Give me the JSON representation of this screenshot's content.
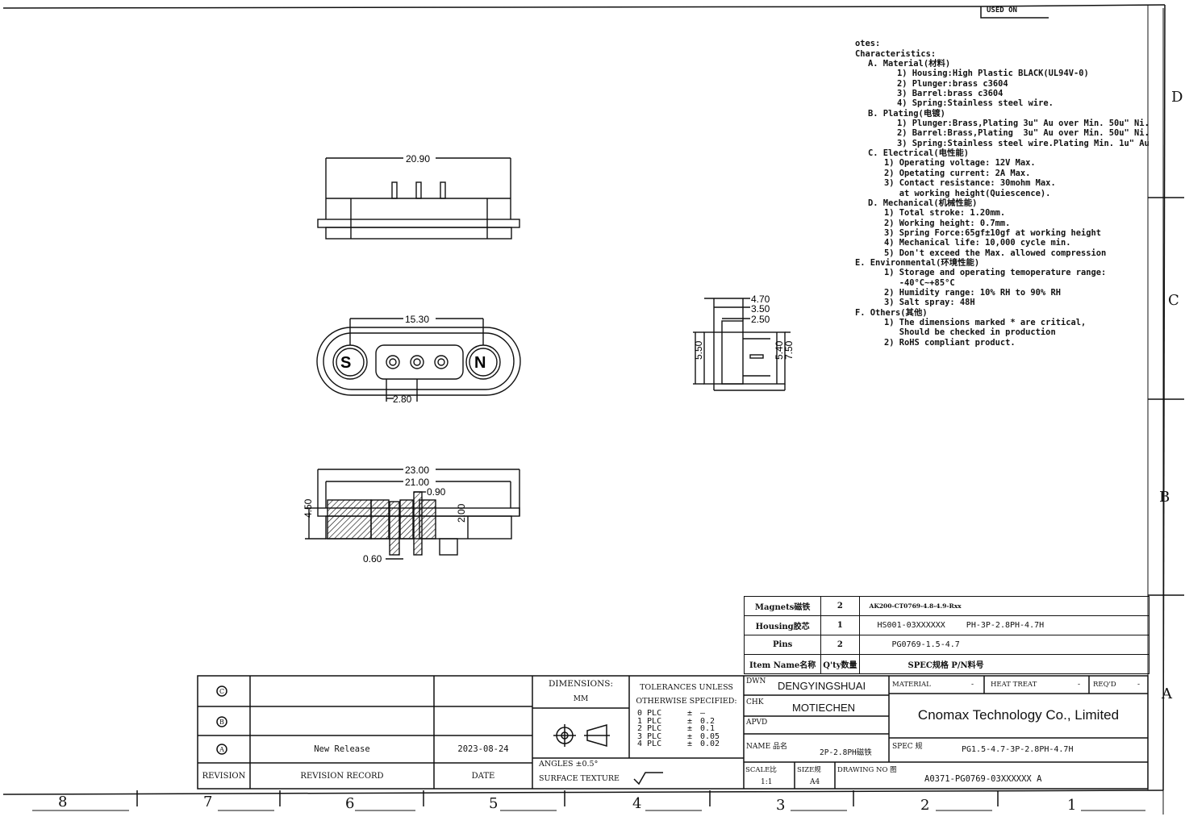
{
  "used_on": "USED ON",
  "notes": {
    "title": "otes:",
    "characteristics": "Characteristics:",
    "sections": [
      {
        "heading": "A. Material(材料)",
        "items": [
          "1) Housing:High Plastic BLACK(UL94V-0)",
          "2) Plunger:brass c3604",
          "3) Barrel:brass c3604",
          "4) Spring:Stainless steel wire."
        ]
      },
      {
        "heading": "B. Plating(电镀)",
        "items": [
          "1) Plunger:Brass,Plating 3u\" Au over Min. 50u\" Ni.",
          "2) Barrel:Brass,Plating  3u\" Au over Min. 50u\" Ni.",
          "3) Spring:Stainless steel wire.Plating Min. 1u\" Au"
        ]
      },
      {
        "heading": "C. Electrical(电性能)",
        "items": [
          "1) Operating voltage: 12V Max.",
          "2) Opetating current: 2A Max.",
          "3) Contact resistance: 30mohm Max.",
          "   at working height(Quiescence)."
        ]
      },
      {
        "heading": "D. Mechanical(机械性能)",
        "items": [
          "1) Total stroke: 1.20mm.",
          "2) Working height: 0.7mm.",
          "3) Spring Force:65gf±10gf at working height",
          "4) Mechanical life: 10,000 cycle min.",
          "5) Don't exceed the Max. allowed compression"
        ]
      },
      {
        "heading": "E. Environmental(环境性能)",
        "items": [
          "1) Storage and operating temoperature range:",
          "   -40°C~+85°C",
          "2) Humidity range: 10% RH to 90% RH",
          "3) Salt spray: 48H"
        ]
      },
      {
        "heading": "F. Others(其他)",
        "items": [
          "1) The dimensions marked * are critical,",
          "   Should be checked in production",
          "2) RoHS compliant product."
        ]
      }
    ]
  },
  "dims": {
    "top_width": "20.90",
    "pitch_sn": "15.30",
    "pin_pitch": "2.80",
    "marker_s": "S",
    "marker_n": "N",
    "side_470": "4.70",
    "side_350": "3.50",
    "side_250": "2.50",
    "side_550": "5.50",
    "side_540": "5.40",
    "side_750": "7.50",
    "sec_2300": "23.00",
    "sec_2100": "21.00",
    "sec_090": "0.90",
    "sec_450": "4.50",
    "sec_200": "2.00",
    "sec_060": "0.60"
  },
  "bom": {
    "rows": [
      {
        "item": "Magnets磁铁",
        "qty": "2",
        "spec": "AK200-CT0769-4.8-4.9-Rxx",
        "pn": ""
      },
      {
        "item": "Housing胶芯",
        "qty": "1",
        "spec": "HS001-03XXXXXX",
        "pn": "PH-3P-2.8PH-4.7H"
      },
      {
        "item": "Pins",
        "qty": "2",
        "spec": "PG0769-1.5-4.7",
        "pn": ""
      },
      {
        "item": "Item Name名称",
        "qty": "Q'ty数量",
        "spec": "SPEC规格 P/N料号",
        "pn": ""
      }
    ]
  },
  "revision": {
    "symbols": [
      "C",
      "B",
      "A"
    ],
    "rows": [
      {
        "record": "",
        "date": ""
      },
      {
        "record": "",
        "date": ""
      },
      {
        "record": "New Release",
        "date": "2023-08-24"
      }
    ],
    "header_revision": "REVISION",
    "header_record": "REVISION RECORD",
    "header_date": "DATE"
  },
  "tolerance": {
    "dimensions_label": "DIMENSIONS:",
    "units": "MM",
    "tol_title_1": "TOLERANCES UNLESS",
    "tol_title_2": "OTHERWISE SPECIFIED:",
    "tol_rows": [
      {
        "plc": "0 PLC",
        "pm": "±",
        "val": "—"
      },
      {
        "plc": "1 PLC",
        "pm": "±",
        "val": "0.2"
      },
      {
        "plc": "2 PLC",
        "pm": "±",
        "val": "0.1"
      },
      {
        "plc": "3 PLC",
        "pm": "±",
        "val": "0.05"
      },
      {
        "plc": "4 PLC",
        "pm": "±",
        "val": "0.02"
      }
    ],
    "angles": "ANGLES ±0.5°",
    "surface": "SURFACE TEXTURE"
  },
  "title_block": {
    "dwn_label": "DWN",
    "dwn": "DENGYINGSHUAI",
    "chk_label": "CHK",
    "chk": "MOTIECHEN",
    "apvd_label": "APVD",
    "name_label": "NAME 品名",
    "name": "2P-2.8PH磁铁",
    "material_label": "MATERIAL",
    "material_val": "-",
    "heat_label": "HEAT TREAT",
    "heat_val": "-",
    "reqd_label": "REQ'D",
    "reqd_val": "-",
    "company": "Cnomax Technology Co., Limited",
    "spec_label": "SPEC 规",
    "spec": "PG1.5-4.7-3P-2.8PH-4.7H",
    "scale_label": "SCALE比",
    "scale": "1:1",
    "size_label": "SIZE规",
    "size": "A4",
    "drawing_label": "DRAWING NO 图",
    "drawing_no": "A0371-PG0769-03XXXXXX A"
  },
  "zones_bottom": [
    "8",
    "7",
    "6",
    "5",
    "4",
    "3",
    "2",
    "1"
  ],
  "zones_right": [
    "D",
    "C",
    "B",
    "A"
  ]
}
